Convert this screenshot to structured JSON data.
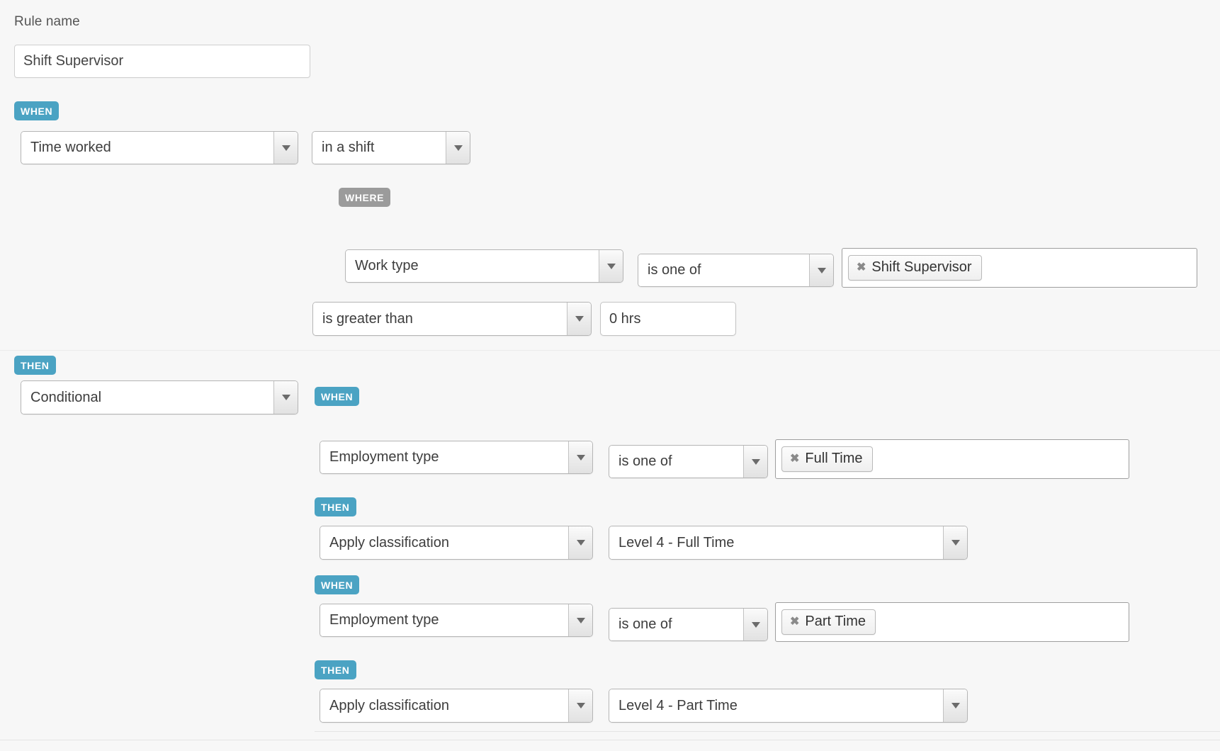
{
  "rule_name": {
    "label": "Rule name",
    "value": "Shift Supervisor",
    "placeholder": "Rule name"
  },
  "badges": {
    "when": "WHEN",
    "then": "THEN",
    "where": "WHERE"
  },
  "colors": {
    "badge_when": "#4ba3c3",
    "badge_then": "#4ba3c3",
    "badge_where": "#9b9b9b",
    "page_background": "#f7f7f7",
    "input_border": "#c3c3c3"
  },
  "trigger": {
    "subject": "Time worked",
    "scope": "in a shift"
  },
  "where_clause": {
    "field": "Work type",
    "operator": "is one of",
    "chips": [
      {
        "label": "Shift Supervisor",
        "remove_icon": "close-icon"
      }
    ],
    "comparison_operator": "is greater than",
    "comparison_value": "0 hrs"
  },
  "then_action": {
    "type": "Conditional"
  },
  "conditional_branches": [
    {
      "when_badge": "WHEN",
      "field": "Employment type",
      "operator": "is one of",
      "chips": [
        {
          "label": "Full Time",
          "remove_icon": "close-icon"
        }
      ],
      "then_badge": "THEN",
      "action": "Apply classification",
      "action_value": "Level 4 - Full Time"
    },
    {
      "when_badge": "WHEN",
      "field": "Employment type",
      "operator": "is one of",
      "chips": [
        {
          "label": "Part Time",
          "remove_icon": "close-icon"
        }
      ],
      "then_badge": "THEN",
      "action": "Apply classification",
      "action_value": "Level 4 - Part Time"
    }
  ]
}
